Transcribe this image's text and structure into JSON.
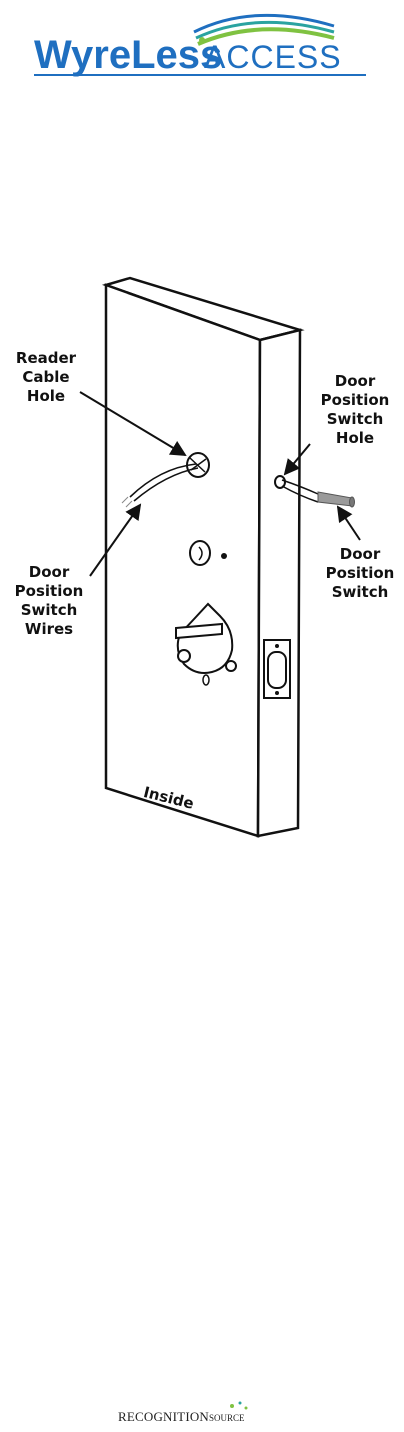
{
  "header": {
    "logo": {
      "wordmark_bold": "WyreLess",
      "wordmark_light": "ACCESS",
      "colors": {
        "blue": "#1f6fc0",
        "green": "#7fc241",
        "teal": "#2aa3a0"
      }
    }
  },
  "diagram": {
    "labels": {
      "reader_cable_hole": [
        "Reader",
        "Cable",
        "Hole"
      ],
      "door_position_switch_wires": [
        "Door",
        "Position",
        "Switch",
        "Wires"
      ],
      "door_position_switch_hole": [
        "Door",
        "Position",
        "Switch",
        "Hole"
      ],
      "door_position_switch": [
        "Door",
        "Position",
        "Switch"
      ]
    },
    "inside_text": "Inside"
  },
  "footer": {
    "logo_main": "RECOGNITION",
    "logo_sub": "SOURCE"
  }
}
